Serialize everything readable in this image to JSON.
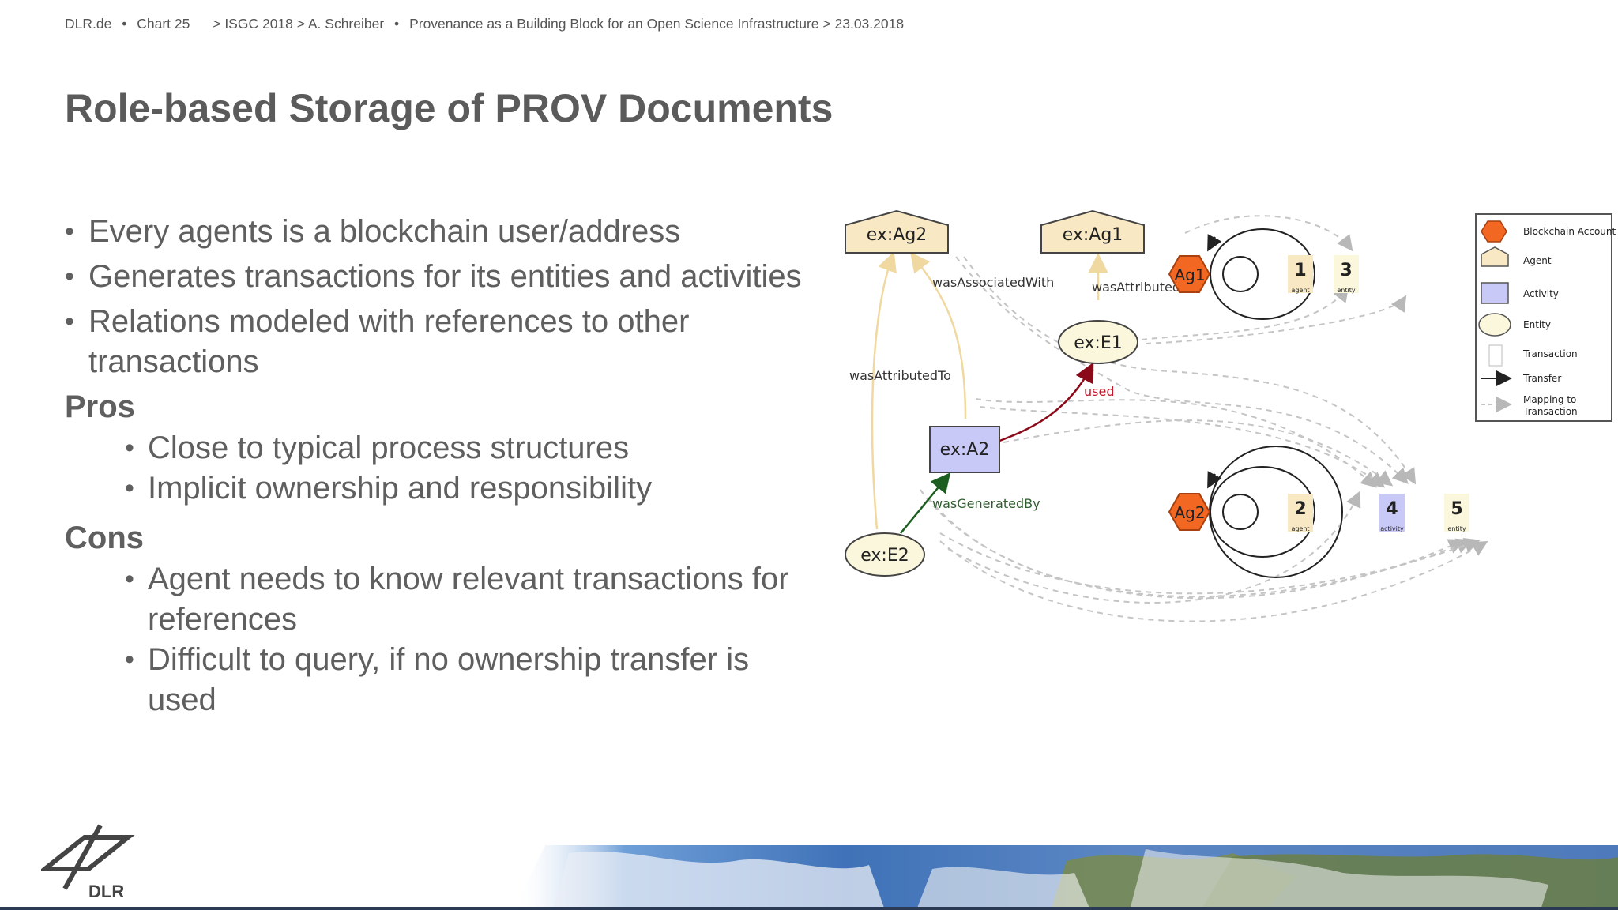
{
  "header": {
    "site": "DLR.de",
    "sep": "•",
    "chart": "Chart 25",
    "crumbs": "> ISGC 2018 > A. Schreiber",
    "sep2": "•",
    "talk": "Provenance as a Building Block for an Open Science Infrastructure > 23.03.2018"
  },
  "title": "Role-based Storage of PROV Documents",
  "bullets": [
    {
      "text": "Every agents is a blockchain user/address"
    },
    {
      "text": "Generates transactions for its entities and activities"
    },
    {
      "text": "Relations modeled with references to other transactions"
    }
  ],
  "pros": {
    "heading": "Pros",
    "items": [
      "Close to typical process structures",
      "Implicit ownership and responsibility"
    ]
  },
  "cons": {
    "heading": "Cons",
    "items": [
      "Agent needs to know relevant transactions for references",
      "Difficult to query, if no ownership transfer is used"
    ]
  },
  "diagram": {
    "nodes": {
      "ag2": "ex:Ag2",
      "ag1": "ex:Ag1",
      "e1": "ex:E1",
      "a2": "ex:A2",
      "e2": "ex:E2"
    },
    "edges": {
      "assoc": "wasAssociatedWith",
      "attr1": "wasAttributedTo",
      "attr2": "wasAttributedTo",
      "used": "used",
      "gen": "wasGeneratedBy"
    },
    "accounts": {
      "ag1": "Ag1",
      "ag2": "Ag2"
    },
    "transactions": [
      {
        "num": "1",
        "kind": "agent"
      },
      {
        "num": "3",
        "kind": "entity"
      },
      {
        "num": "2",
        "kind": "agent"
      },
      {
        "num": "4",
        "kind": "activity"
      },
      {
        "num": "5",
        "kind": "entity"
      }
    ],
    "legend": {
      "account": "Blockchain Account",
      "agent": "Agent",
      "activity": "Activity",
      "entity": "Entity",
      "transaction": "Transaction",
      "transfer": "Transfer",
      "mapping1": "Mapping to",
      "mapping2": "Transaction"
    },
    "colors": {
      "agent_fill": "#f8e9c4",
      "activity_fill": "#c9c9f7",
      "entity_fill": "#fbf7dc",
      "account_fill": "#f26722",
      "used": "#8b0a1a",
      "generated": "#1b5e20",
      "attr": "#f0d9a0"
    }
  },
  "logo": "DLR"
}
